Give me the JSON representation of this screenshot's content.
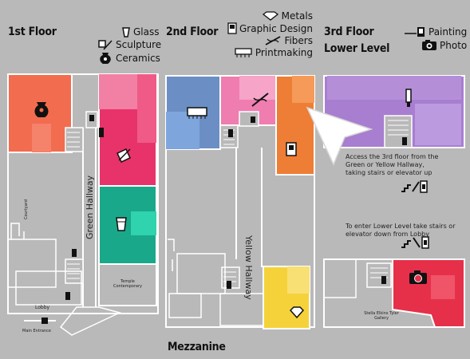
{
  "floors": {
    "first": {
      "title": "1st Floor"
    },
    "second": {
      "title": "2nd Floor"
    },
    "third": {
      "title": "3rd Floor",
      "subtitle": "Lower Level"
    },
    "mezzanine": {
      "title": "Mezzanine"
    }
  },
  "legend": {
    "first": [
      {
        "label": "Glass",
        "icon": "glass-icon"
      },
      {
        "label": "Sculpture",
        "icon": "sculpture-icon"
      },
      {
        "label": "Ceramics",
        "icon": "ceramics-icon"
      }
    ],
    "second": [
      {
        "label": "Metals",
        "icon": "metals-icon"
      },
      {
        "label": "Graphic Design",
        "icon": "graphic-design-icon"
      },
      {
        "label": "Fibers",
        "icon": "fibers-icon"
      },
      {
        "label": "Printmaking",
        "icon": "printmaking-icon"
      }
    ],
    "third": [
      {
        "label": "Painting",
        "icon": "painting-icon"
      },
      {
        "label": "Photo",
        "icon": "photo-icon"
      }
    ]
  },
  "labels": {
    "green_hallway": "Green Hallway",
    "yellow_hallway": "Yellow Hallway",
    "courtyard": "Courtyard",
    "lobby": "Lobby",
    "main_entrance": "Main Entrance",
    "temple_gallery": "Temple Contemporary",
    "stella_gallery": "Stella Elkins Tyler Gallery"
  },
  "notes": {
    "third_access": "Access the 3rd floor from the Green or Yellow Hallway, taking stairs or elevator up",
    "lower_access": "To enter Lower Level take stairs or elevator down from Lobby"
  },
  "colors": {
    "background": "#b9b9b9",
    "ceramics": "#f26c4f",
    "sculpture": "#e8326a",
    "glass": "#1aa88a",
    "graphic_design": "#6b8fc4",
    "fibers": "#ef7db0",
    "printmaking": "#ee7d35",
    "metals": "#f5d23a",
    "painting": "#a87ed0",
    "photo": "#e6304a",
    "walls": "#ffffff"
  }
}
